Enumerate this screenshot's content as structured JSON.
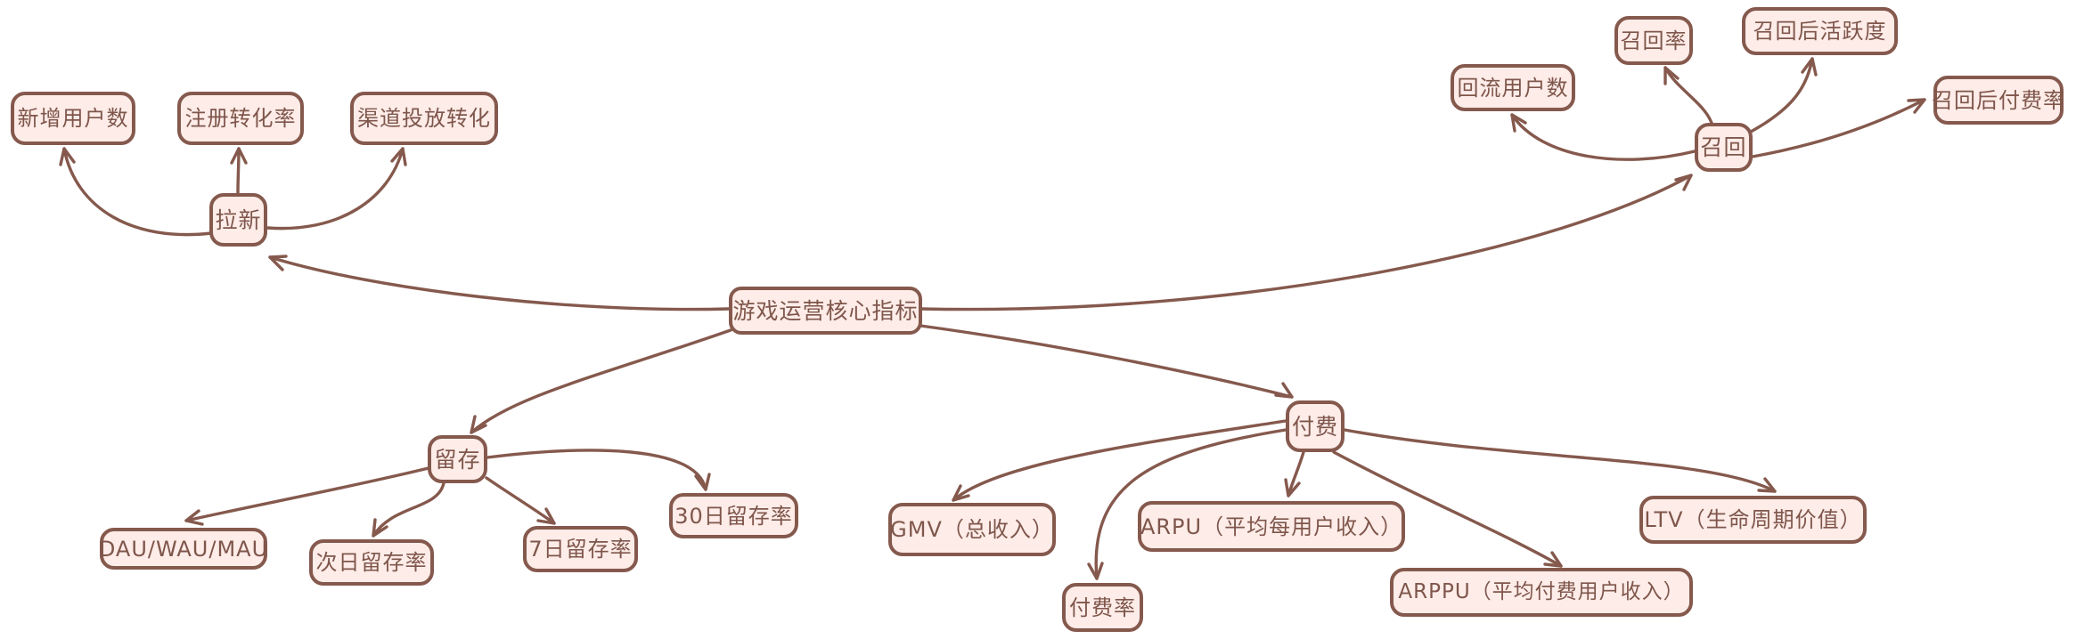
{
  "canvas": {
    "background": "#ffffff"
  },
  "style": {
    "node_fill": "#fdece8",
    "node_border": "#85594d",
    "text_color": "#7f564b",
    "edge_color": "#85594d"
  },
  "mindmap": {
    "root": {
      "label": "游戏运营核心指标"
    },
    "branches": [
      {
        "label": "拉新",
        "children": [
          "新增用户数",
          "注册转化率",
          "渠道投放转化"
        ]
      },
      {
        "label": "留存",
        "children": [
          "DAU/WAU/MAU",
          "次日留存率",
          "7日留存率",
          "30日留存率"
        ]
      },
      {
        "label": "付费",
        "children": [
          "GMV（总收入）",
          "付费率",
          "ARPU（平均每用户收入）",
          "ARPPU（平均付费用户收入）",
          "LTV（生命周期价值）"
        ]
      },
      {
        "label": "召回",
        "children": [
          "回流用户数",
          "召回率",
          "召回后活跃度",
          "召回后付费率"
        ]
      }
    ]
  }
}
